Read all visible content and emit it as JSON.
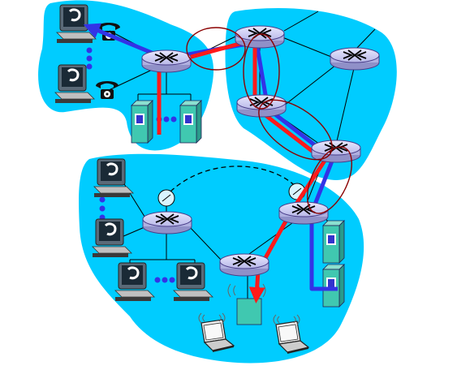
{
  "colors": {
    "network_region": "#00ccff",
    "router_body": "#c8c8f0",
    "router_edge": "#4a3f8a",
    "server": "#40c8b0",
    "red_path": "#ff1a1a",
    "blue_path": "#3333e6",
    "ellipse_outline": "#8b0000",
    "link": "#000000",
    "dots": "#3333e6"
  },
  "icons": {
    "router": "router-icon",
    "host": "desktop-computer-icon",
    "phone": "telephone-icon",
    "server": "server-icon",
    "laptop": "laptop-icon",
    "access_point": "wireless-access-point-icon",
    "satellite_dish": "satellite-dish-icon"
  },
  "diagram": {
    "regions": [
      "top-left-network",
      "top-right-network",
      "bottom-network"
    ],
    "routers": [
      "r-top-left",
      "r-top-center",
      "r-top-right",
      "r-mid-center",
      "r-mid-right",
      "r-bottom-left",
      "r-bottom-center",
      "r-bottom-right"
    ],
    "paths": [
      "red-path",
      "blue-path"
    ]
  }
}
